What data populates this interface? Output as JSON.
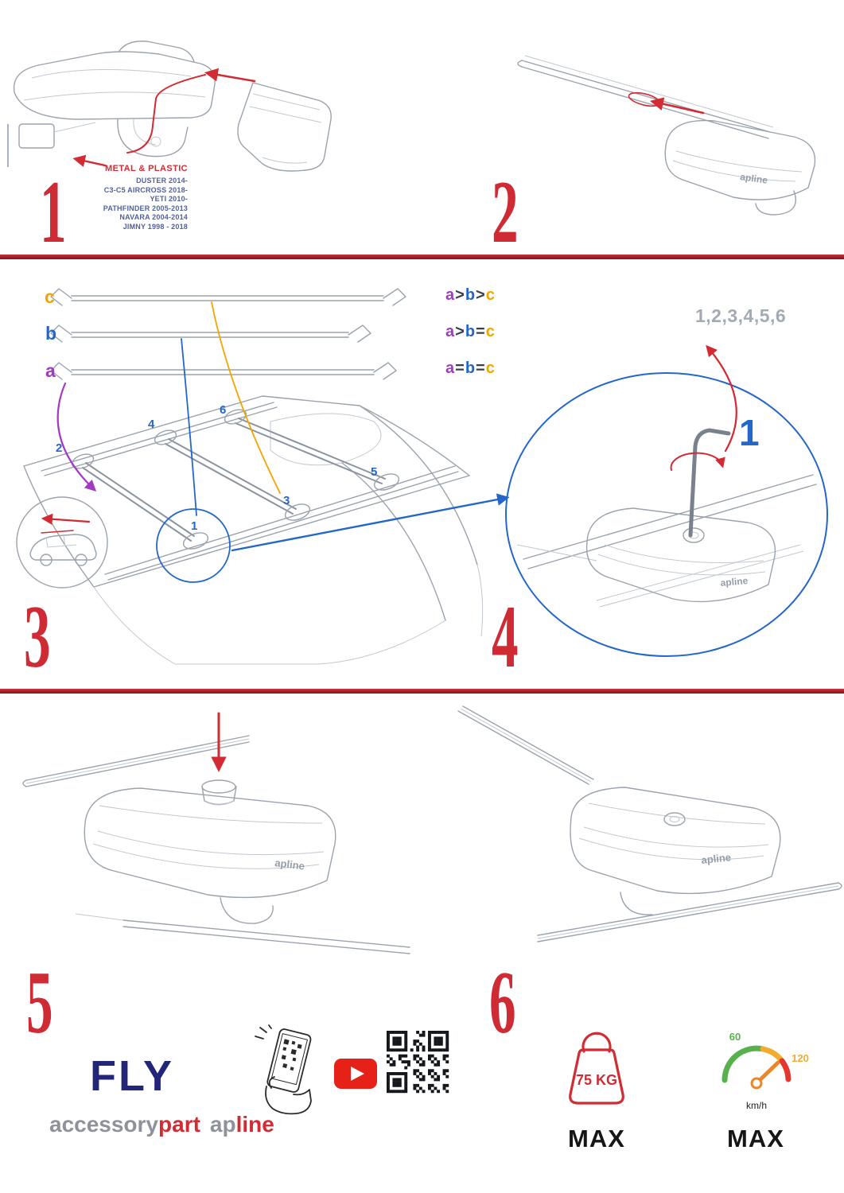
{
  "step1": {
    "number": "1",
    "material": "METAL & PLASTIC",
    "models": [
      "DUSTER 2014-",
      "C3-C5 AIRCROSS 2018-",
      "YETI 2010-",
      "PATHFINDER 2005-2013",
      "NAVARA 2004-2014",
      "JIMNY 1998 - 2018"
    ]
  },
  "step2": {
    "number": "2"
  },
  "step3": {
    "number": "3",
    "labels": {
      "a": "a",
      "b": "b",
      "c": "c"
    },
    "comparisons": [
      [
        "a",
        ">",
        "b",
        ">",
        "c"
      ],
      [
        "a",
        ">",
        "b",
        "=",
        "c"
      ],
      [
        "a",
        "=",
        "b",
        "=",
        "c"
      ]
    ],
    "positions": [
      "1",
      "2",
      "3",
      "4",
      "5",
      "6"
    ]
  },
  "step4": {
    "number": "4",
    "sequence": "1,2,3,4,5,6",
    "step_one": "1"
  },
  "step5": {
    "number": "5"
  },
  "step6": {
    "number": "6"
  },
  "brand": {
    "logo": "apline"
  },
  "footer": {
    "product": "FLY",
    "brand_part1": "accessory",
    "brand_part2": "part",
    "logo_part1": "ap",
    "logo_part2": "line",
    "weight": "75 KG",
    "weight_max": "MAX",
    "speed_low": "60",
    "speed_high": "120",
    "speed_unit": "km/h",
    "speed_max": "MAX"
  },
  "icons": {
    "phone": "qr-scan-phone-icon",
    "youtube": "youtube-play-icon",
    "qr": "qr-code",
    "weight": "max-weight-icon",
    "speedometer": "max-speed-icon"
  },
  "colors": {
    "red": "#d22b33",
    "blue": "#2467c9",
    "purple": "#a23ac4",
    "orange": "#f0a500",
    "model_navy": "#53619b",
    "brand_navy": "#232579",
    "sequence_gray": "#a4aab4"
  }
}
